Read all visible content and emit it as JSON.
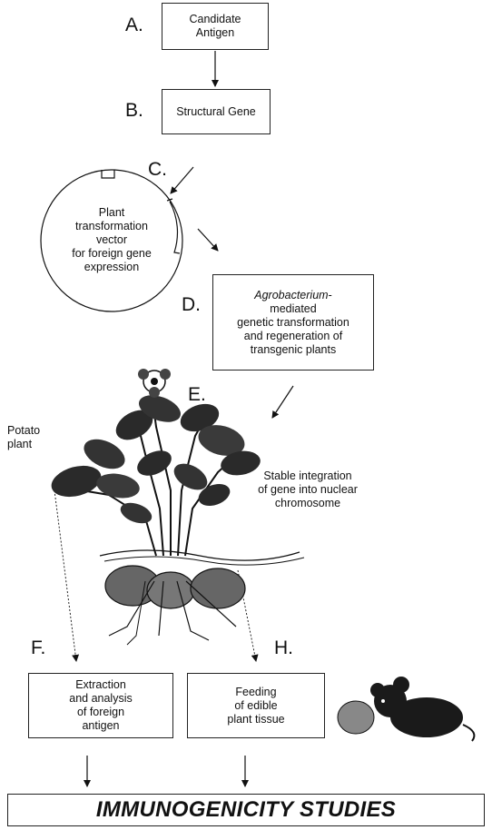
{
  "steps": {
    "a": "A.",
    "b": "B.",
    "c": "C.",
    "d": "D.",
    "e": "E.",
    "f": "F.",
    "h": "H."
  },
  "boxes": {
    "candidate_antigen": [
      "Candidate",
      "Antigen"
    ],
    "structural_gene": "Structural Gene",
    "vector": [
      "Plant",
      "transformation",
      "vector",
      "for foreign gene",
      "expression"
    ],
    "agrobacterium": {
      "italic_part": "Agrobacterium",
      "italic_suffix": "-",
      "lines": [
        "mediated",
        "genetic transformation",
        "and regeneration of",
        "transgenic plants"
      ]
    },
    "extraction": [
      "Extraction",
      "and analysis",
      "of foreign",
      "antigen"
    ],
    "feeding": [
      "Feeding",
      "of edible",
      "plant tissue"
    ]
  },
  "labels": {
    "potato_plant": [
      "Potato",
      "plant"
    ],
    "integration": [
      "Stable integration",
      "of gene into nuclear",
      "chromosome"
    ]
  },
  "final": "IMMUNOGENICITY STUDIES"
}
